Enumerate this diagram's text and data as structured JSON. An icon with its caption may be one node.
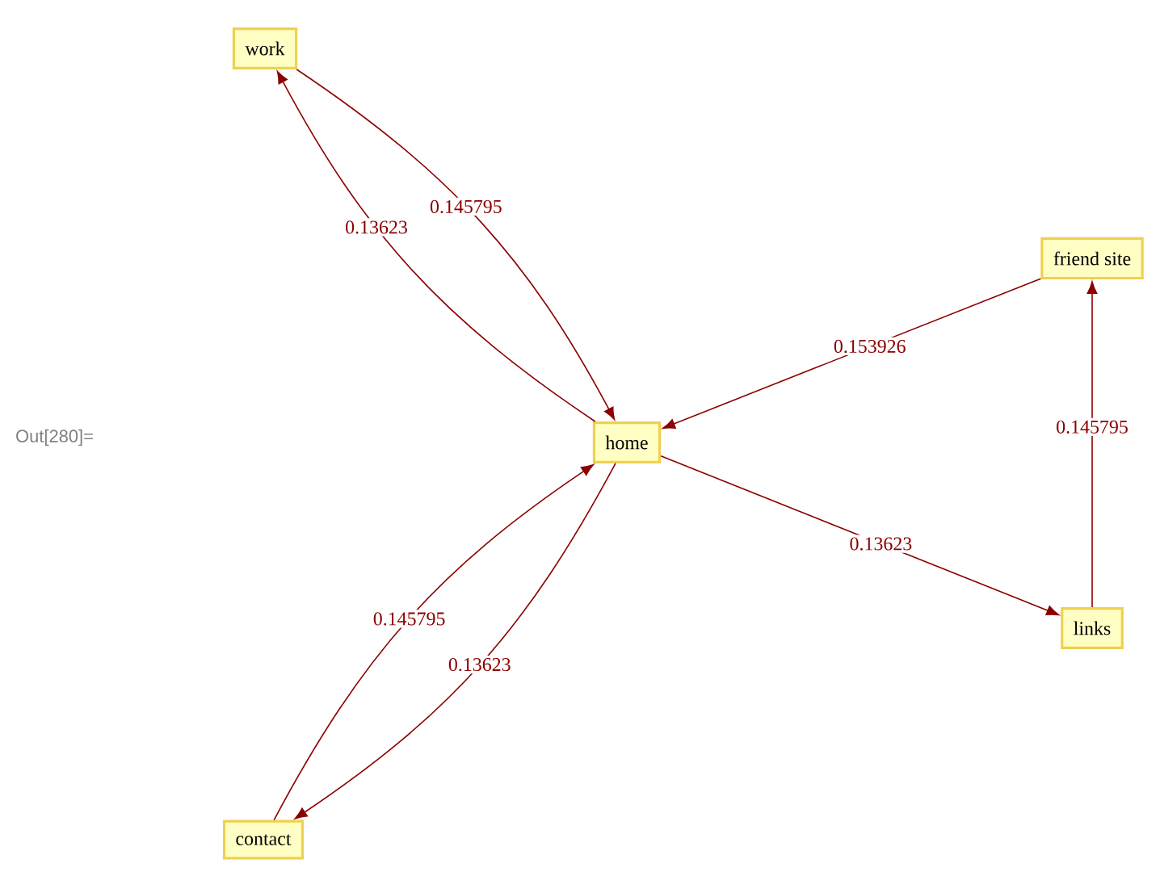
{
  "diagram": {
    "nodes": [
      {
        "text": [
          "work"
        ]
      },
      {
        "text": [
          "home"
        ]
      },
      {
        "text": [
          "friend site"
        ]
      },
      {
        "text": [
          "links"
        ]
      },
      {
        "text": [
          "contact"
        ]
      }
    ],
    "edges": [
      {
        "from": 1,
        "to": 0,
        "arrow": "to",
        "label": "0.13623"
      },
      {
        "from": 0,
        "to": 1,
        "arrow": "to",
        "label": "0.145795"
      },
      {
        "from": 2,
        "to": 1,
        "arrow": "to",
        "label": "0.153926"
      },
      {
        "from": 1,
        "to": 3,
        "arrow": "to",
        "label": "0.13623"
      },
      {
        "from": 3,
        "to": 2,
        "arrow": "to",
        "label": "0.145795"
      },
      {
        "from": 4,
        "to": 1,
        "arrow": "to",
        "label": "0.145795"
      },
      {
        "from": 1,
        "to": 4,
        "arrow": "to",
        "label": "0.13623"
      }
    ],
    "labels": [
      "Out[280]="
    ]
  }
}
